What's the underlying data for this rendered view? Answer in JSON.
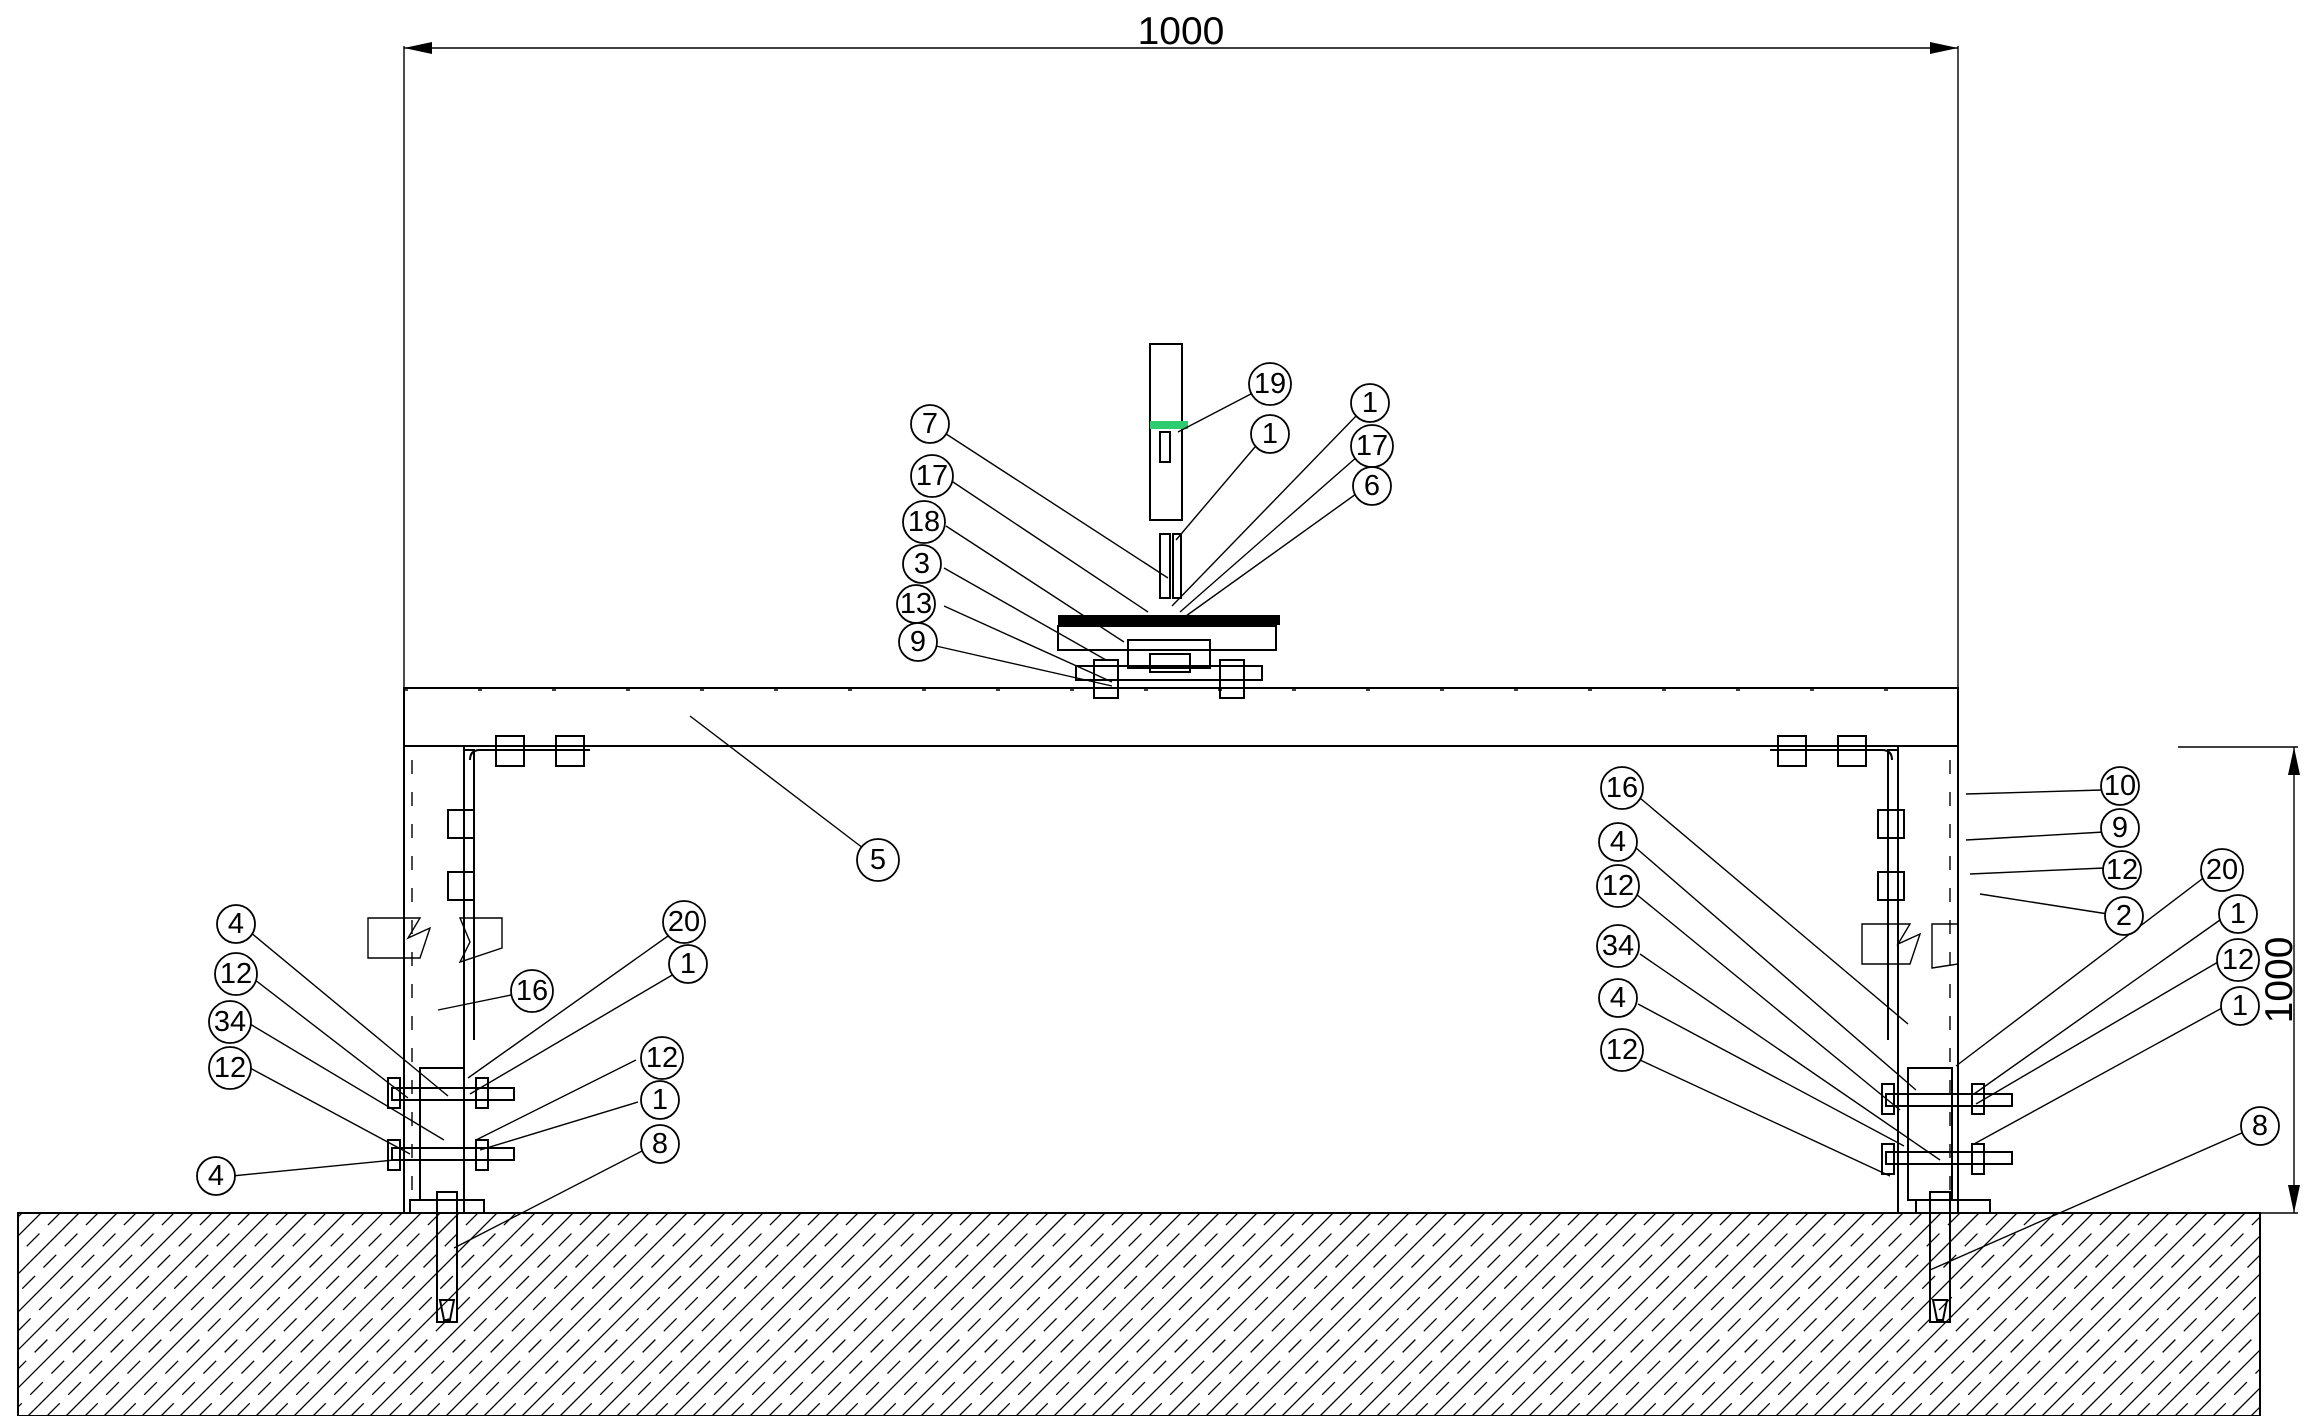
{
  "dimensions": {
    "width_label": "1000",
    "height_label": "1000"
  },
  "callouts": [
    {
      "id": "c1",
      "label": "19"
    },
    {
      "id": "c2",
      "label": "1"
    },
    {
      "id": "c3",
      "label": "1"
    },
    {
      "id": "c4",
      "label": "17"
    },
    {
      "id": "c5",
      "label": "6"
    },
    {
      "id": "c6",
      "label": "7"
    },
    {
      "id": "c7",
      "label": "17"
    },
    {
      "id": "c8",
      "label": "18"
    },
    {
      "id": "c9",
      "label": "3"
    },
    {
      "id": "c10",
      "label": "13"
    },
    {
      "id": "c11",
      "label": "9"
    },
    {
      "id": "c12",
      "label": "5"
    },
    {
      "id": "c13",
      "label": "16"
    },
    {
      "id": "c14",
      "label": "4"
    },
    {
      "id": "c15",
      "label": "12"
    },
    {
      "id": "c16",
      "label": "34"
    },
    {
      "id": "c17",
      "label": "12"
    },
    {
      "id": "c18",
      "label": "4"
    },
    {
      "id": "c19",
      "label": "20"
    },
    {
      "id": "c20",
      "label": "1"
    },
    {
      "id": "c21",
      "label": "12"
    },
    {
      "id": "c22",
      "label": "1"
    },
    {
      "id": "c23",
      "label": "8"
    },
    {
      "id": "c24",
      "label": "10"
    },
    {
      "id": "c25",
      "label": "9"
    },
    {
      "id": "c26",
      "label": "12"
    },
    {
      "id": "c27",
      "label": "2"
    },
    {
      "id": "c28",
      "label": "16"
    },
    {
      "id": "c29",
      "label": "4"
    },
    {
      "id": "c30",
      "label": "12"
    },
    {
      "id": "c31",
      "label": "34"
    },
    {
      "id": "c32",
      "label": "4"
    },
    {
      "id": "c33",
      "label": "12"
    },
    {
      "id": "c34",
      "label": "20"
    },
    {
      "id": "c35",
      "label": "1"
    },
    {
      "id": "c36",
      "label": "12"
    },
    {
      "id": "c37",
      "label": "1"
    },
    {
      "id": "c38",
      "label": "8"
    }
  ],
  "colors": {
    "line": "#000000",
    "background": "#ffffff",
    "highlight": "#2ecc71"
  }
}
